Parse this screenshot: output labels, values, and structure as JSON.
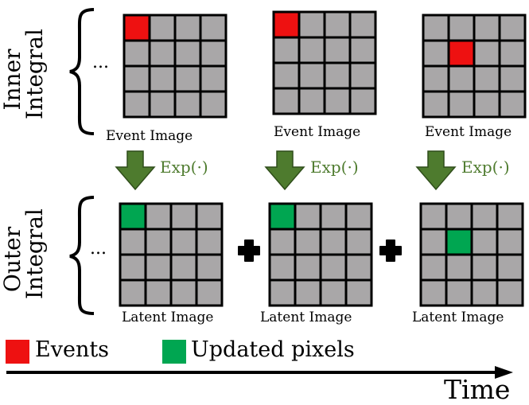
{
  "inner_label": {
    "line1": "Inner",
    "line2": "Integral"
  },
  "outer_label": {
    "line1": "Outer",
    "line2": "Integral"
  },
  "ellipsis": "...",
  "event_images": [
    {
      "label": "Event Image",
      "highlight": [
        0,
        0
      ],
      "color": "#ee1111"
    },
    {
      "label": "Event Image",
      "highlight": [
        0,
        0
      ],
      "color": "#ee1111"
    },
    {
      "label": "Event Image",
      "highlight": [
        1,
        1
      ],
      "color": "#ee1111"
    }
  ],
  "latent_images": [
    {
      "label": "Latent Image",
      "highlight": [
        0,
        0
      ],
      "color": "#00a651"
    },
    {
      "label": "Latent Image",
      "highlight": [
        0,
        0
      ],
      "color": "#00a651"
    },
    {
      "label": "Latent Image",
      "highlight": [
        1,
        1
      ],
      "color": "#00a651"
    }
  ],
  "exp_label": "Exp(·)",
  "legend": [
    {
      "label": "Events",
      "color": "#ee1111"
    },
    {
      "label": "Updated pixels",
      "color": "#00a651"
    }
  ],
  "time_label": "Time",
  "colors": {
    "cell": "#a9a7a8",
    "grid_line": "#000000",
    "arrow_fill": "#4e7b2e",
    "exp_text": "#4e7b2e"
  },
  "grid_size": 4
}
